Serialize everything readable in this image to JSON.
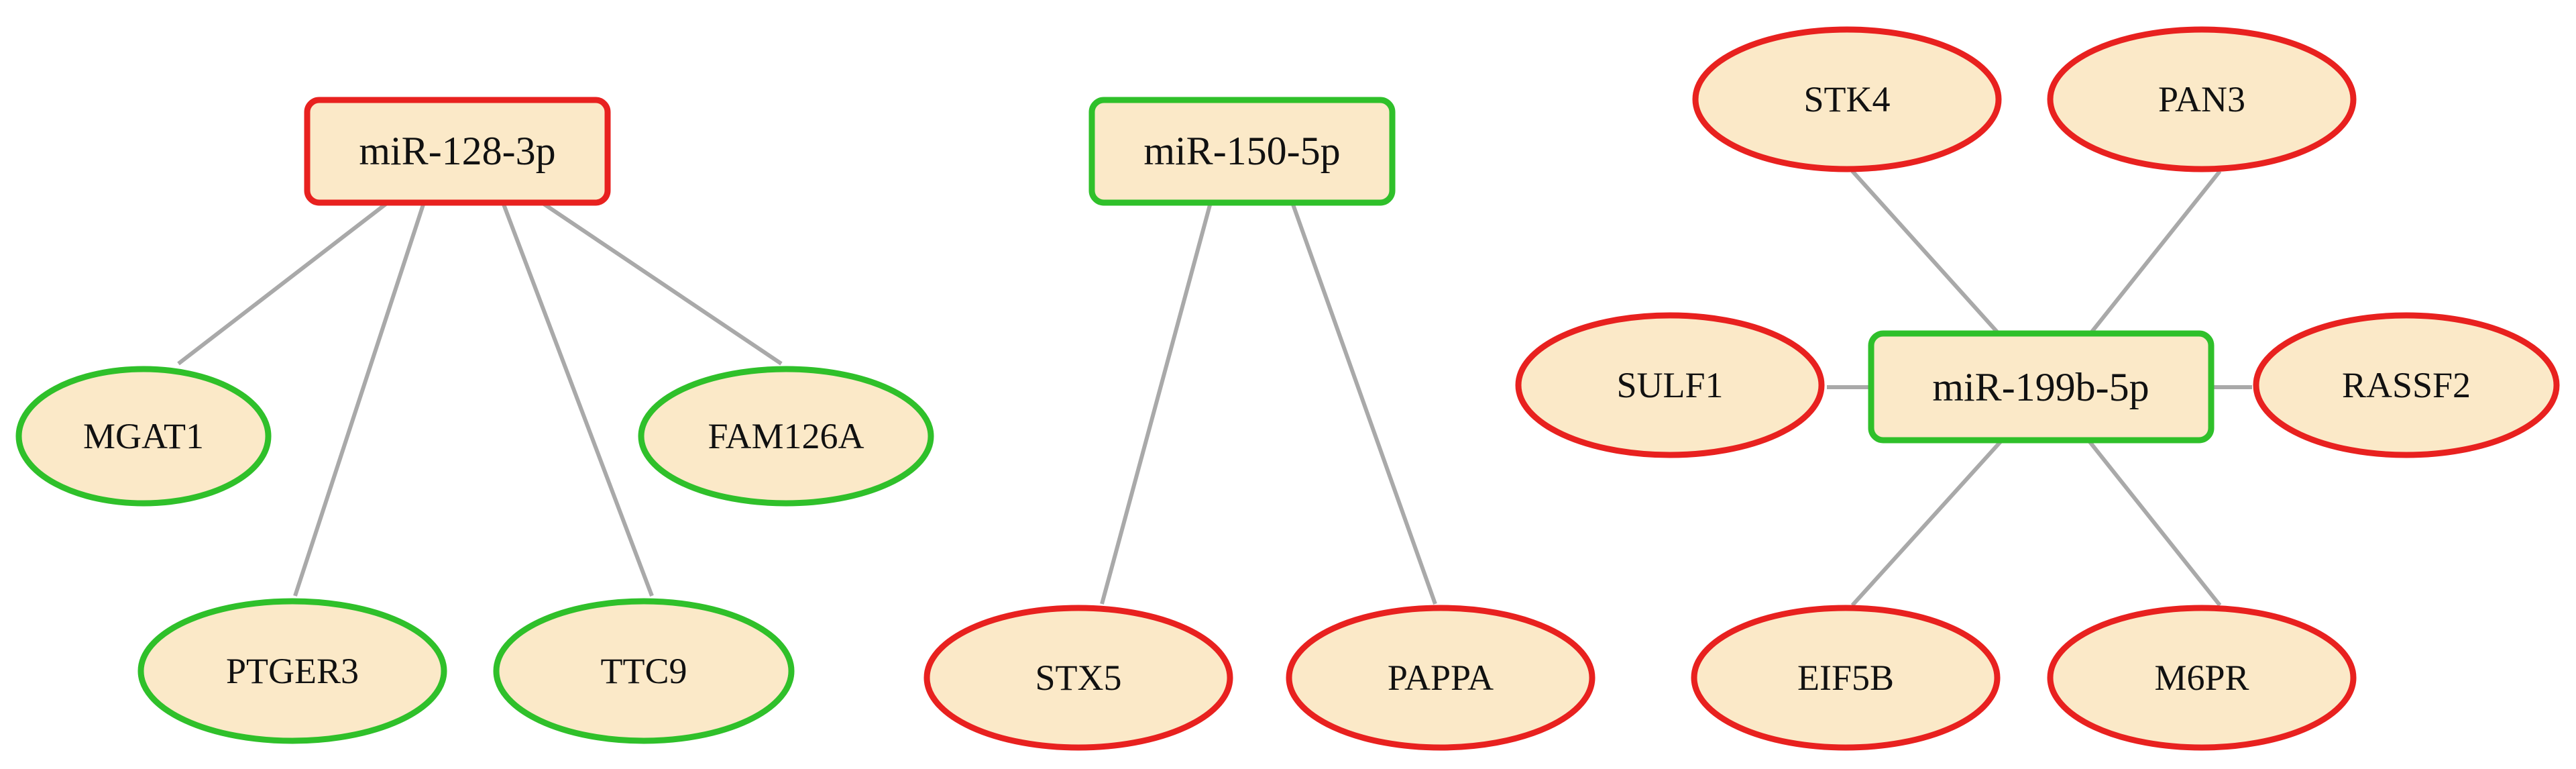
{
  "colors": {
    "node_fill": "#fbe9c8",
    "up_regulated": "#e8211f",
    "down_regulated": "#2fc02a",
    "edge": "#a9a9a9",
    "label": "#111111"
  },
  "networks": [
    {
      "id": "net1",
      "mirna": {
        "label": "miR-128-3p",
        "status": "up"
      },
      "targets": [
        {
          "label": "MGAT1",
          "status": "down"
        },
        {
          "label": "PTGER3",
          "status": "down"
        },
        {
          "label": "TTC9",
          "status": "down"
        },
        {
          "label": "FAM126A",
          "status": "down"
        }
      ]
    },
    {
      "id": "net2",
      "mirna": {
        "label": "miR-150-5p",
        "status": "down"
      },
      "targets": [
        {
          "label": "STX5",
          "status": "up"
        },
        {
          "label": "PAPPA",
          "status": "up"
        }
      ]
    },
    {
      "id": "net3",
      "mirna": {
        "label": "miR-199b-5p",
        "status": "down"
      },
      "targets": [
        {
          "label": "STK4",
          "status": "up"
        },
        {
          "label": "PAN3",
          "status": "up"
        },
        {
          "label": "SULF1",
          "status": "up"
        },
        {
          "label": "RASSF2",
          "status": "up"
        },
        {
          "label": "EIF5B",
          "status": "up"
        },
        {
          "label": "M6PR",
          "status": "up"
        }
      ]
    }
  ]
}
